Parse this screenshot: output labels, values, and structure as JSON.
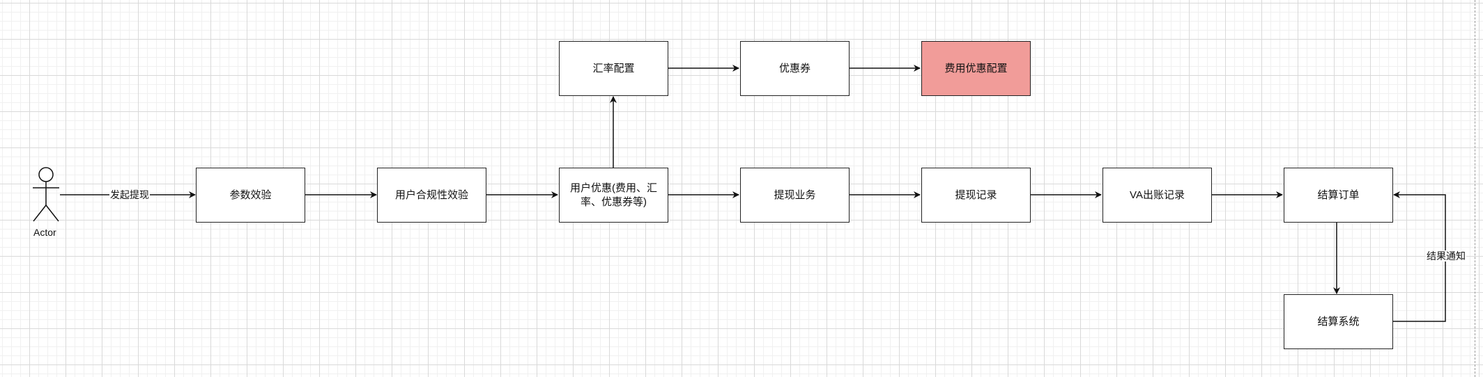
{
  "actor": {
    "label": "Actor"
  },
  "nodes": {
    "param_check": "参数效验",
    "compliance_check": "用户合规性效验",
    "user_discount": "用户优惠(费用、汇率、优惠券等)",
    "exchange_rate_config": "汇率配置",
    "coupon": "优惠券",
    "fee_discount_config": "费用优惠配置",
    "withdraw_business": "提现业务",
    "withdraw_record": "提现记录",
    "va_billing_record": "VA出账记录",
    "settlement_order": "结算订单",
    "settlement_system": "结算系统"
  },
  "edges": {
    "initiate_withdraw": "发起提现",
    "result_notify": "结果通知"
  },
  "colors": {
    "highlight_fill": "#f19c99",
    "stroke": "#222222"
  }
}
